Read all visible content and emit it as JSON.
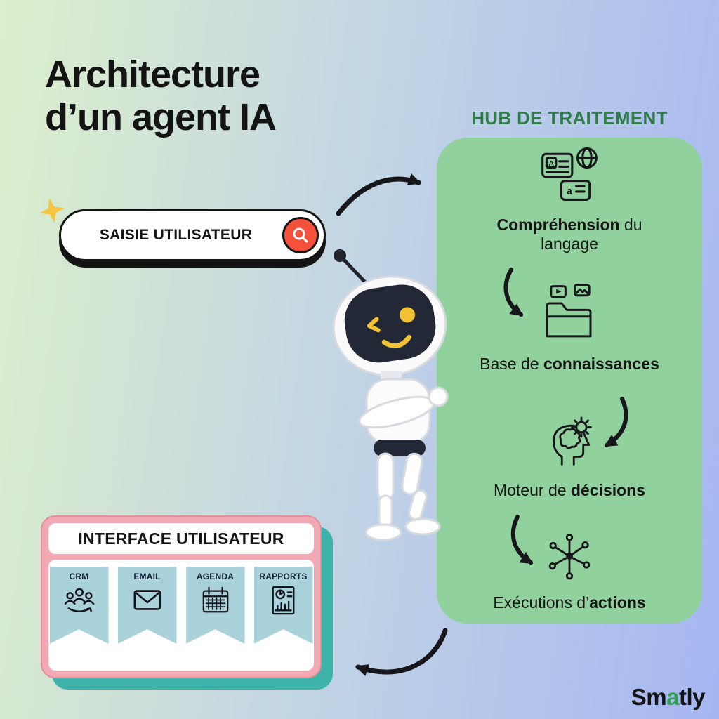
{
  "colors": {
    "background_left": "#d9edcb",
    "background_right": "#a6b6f2",
    "hub_panel_green": "#90d19e",
    "hub_header_text": "#2e7d46",
    "search_button_red": "#f4503a",
    "card_pink": "#f3a9b4",
    "card_shadow_teal": "#3db3aa",
    "ribbon_blue": "#a9d2da",
    "logo_green": "#2f9e4f",
    "sparkle_yellow": "#f6c544",
    "ink": "#141414"
  },
  "title": {
    "line1": "Architecture",
    "line2": "d’un agent IA"
  },
  "input_pill": {
    "label": "SAISIE UTILISATEUR",
    "icon": "search-icon"
  },
  "hub": {
    "header": "HUB DE TRAITEMENT",
    "steps": [
      {
        "icon": "language-translation-icon",
        "pre": "",
        "bold": "Compréhension",
        "post": " du langage"
      },
      {
        "icon": "knowledge-base-icon",
        "pre": "Base de ",
        "bold": "connaissances",
        "post": ""
      },
      {
        "icon": "decision-engine-icon",
        "pre": "Moteur de ",
        "bold": "décisions",
        "post": ""
      },
      {
        "icon": "actions-network-icon",
        "pre": "Exécutions d’",
        "bold": "actions",
        "post": ""
      }
    ]
  },
  "interface_card": {
    "title": "INTERFACE UTILISATEUR",
    "items": [
      {
        "label": "CRM",
        "icon": "crm-people-icon"
      },
      {
        "label": "EMAIL",
        "icon": "email-envelope-icon"
      },
      {
        "label": "AGENDA",
        "icon": "calendar-icon"
      },
      {
        "label": "RAPPORTS",
        "icon": "report-chart-icon"
      }
    ]
  },
  "logo": {
    "pre": "Sm",
    "accent": "a",
    "post": "tly"
  }
}
